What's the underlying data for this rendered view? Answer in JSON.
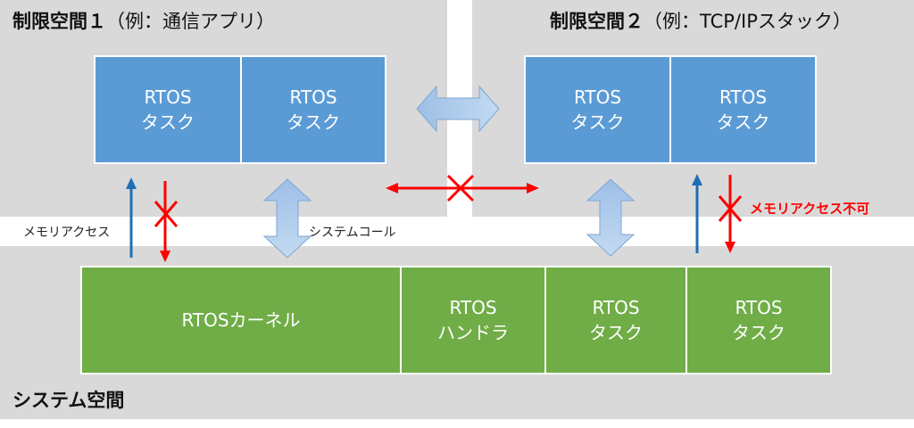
{
  "regions": {
    "restricted1": {
      "title": "制限空間１",
      "example": "（例：通信アプリ）"
    },
    "restricted2": {
      "title": "制限空間２",
      "example": "（例：TCP/IPスタック）"
    },
    "system": {
      "title": "システム空間"
    }
  },
  "tasks": {
    "r1_left": {
      "line1": "RTOS",
      "line2": "タスク"
    },
    "r1_right": {
      "line1": "RTOS",
      "line2": "タスク"
    },
    "r2_left": {
      "line1": "RTOS",
      "line2": "タスク"
    },
    "r2_right": {
      "line1": "RTOS",
      "line2": "タスク"
    }
  },
  "system_boxes": {
    "kernel": {
      "line1": "RTOSカーネル"
    },
    "handler": {
      "line1": "RTOS",
      "line2": "ハンドラ"
    },
    "task_a": {
      "line1": "RTOS",
      "line2": "タスク"
    },
    "task_b": {
      "line1": "RTOS",
      "line2": "タスク"
    }
  },
  "labels": {
    "memory_access": "メモリアクセス",
    "system_call": "システムコール",
    "memory_access_denied": "メモリアクセス不可"
  },
  "colors": {
    "region_bg": "#d9d9d9",
    "task_blue": "#5b9bd5",
    "system_green": "#70ad47",
    "arrow_light_blue": "#a9c8ea",
    "arrow_dark_blue": "#1f6fb5",
    "deny_red": "#ff0000"
  }
}
